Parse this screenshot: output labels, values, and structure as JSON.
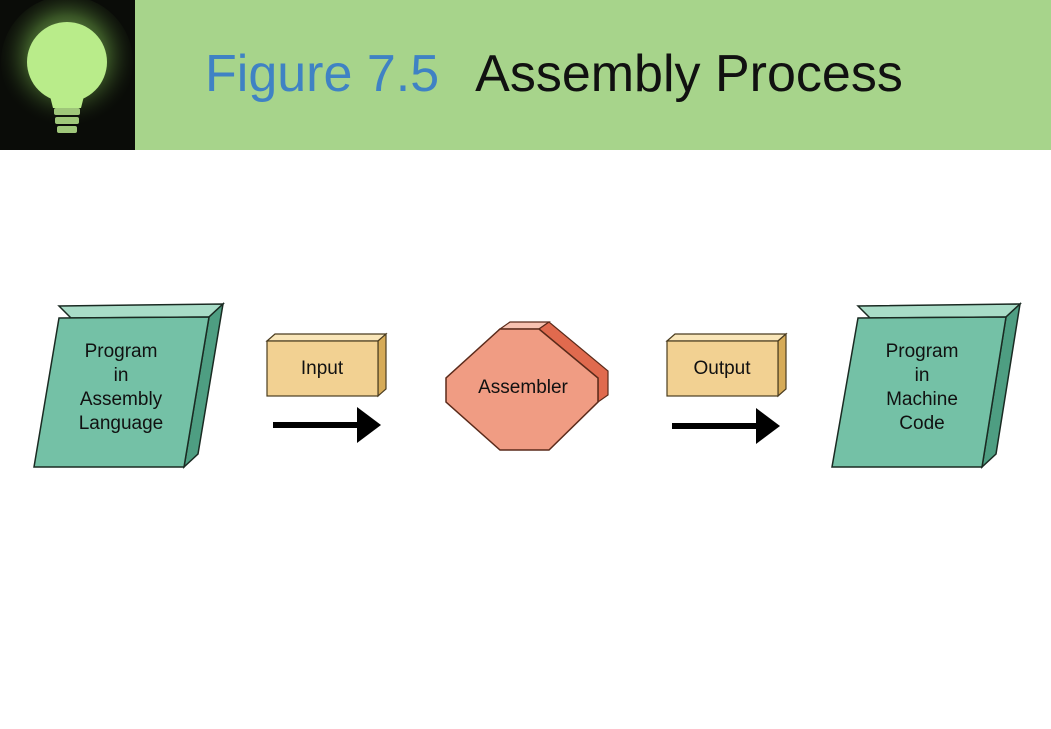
{
  "header": {
    "figure_label": "Figure 7.5",
    "title": "Assembly Process"
  },
  "diagram": {
    "source_block": [
      "Program",
      "in",
      "Assembly",
      "Language"
    ],
    "input_label": "Input",
    "processor_label": "Assembler",
    "output_label": "Output",
    "target_block": [
      "Program",
      "in",
      "Machine",
      "Code"
    ]
  },
  "colors": {
    "header_bg": "#a7d48b",
    "figure_label": "#3f82c4",
    "document_fill": "#74c1a6",
    "label_box_fill": "#f2d192",
    "assembler_fill": "#f09c83"
  }
}
